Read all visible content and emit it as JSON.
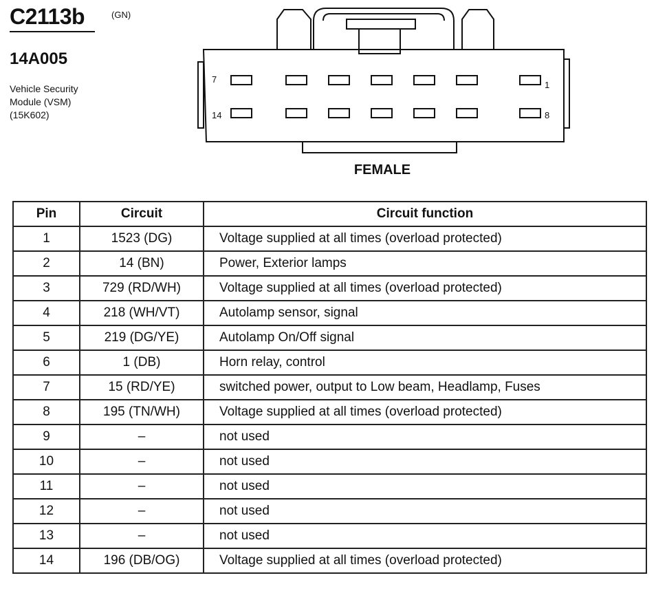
{
  "header": {
    "connector_id": "C2113b",
    "color_code": "(GN)",
    "part_number": "14A005",
    "module_lines": [
      "Vehicle Security",
      "Module (VSM)",
      "(15K602)"
    ]
  },
  "connector": {
    "gender": "FEMALE",
    "pin_labels": {
      "top_left": "7",
      "top_right": "1",
      "bottom_left": "14",
      "bottom_right": "8"
    }
  },
  "table": {
    "headers": [
      "Pin",
      "Circuit",
      "Circuit function"
    ],
    "rows": [
      {
        "pin": "1",
        "circuit": "1523 (DG)",
        "function": "Voltage supplied at all times (overload protected)"
      },
      {
        "pin": "2",
        "circuit": "14 (BN)",
        "function": "Power, Exterior lamps"
      },
      {
        "pin": "3",
        "circuit": "729 (RD/WH)",
        "function": "Voltage supplied at all times (overload protected)"
      },
      {
        "pin": "4",
        "circuit": "218 (WH/VT)",
        "function": "Autolamp sensor, signal"
      },
      {
        "pin": "5",
        "circuit": "219 (DG/YE)",
        "function": "Autolamp On/Off signal"
      },
      {
        "pin": "6",
        "circuit": "1 (DB)",
        "function": "Horn relay, control"
      },
      {
        "pin": "7",
        "circuit": "15 (RD/YE)",
        "function": "switched power, output to Low beam, Headlamp, Fuses"
      },
      {
        "pin": "8",
        "circuit": "195 (TN/WH)",
        "function": "Voltage supplied at all times (overload protected)"
      },
      {
        "pin": "9",
        "circuit": "–",
        "function": "not used"
      },
      {
        "pin": "10",
        "circuit": "–",
        "function": "not used"
      },
      {
        "pin": "11",
        "circuit": "–",
        "function": "not used"
      },
      {
        "pin": "12",
        "circuit": "–",
        "function": "not used"
      },
      {
        "pin": "13",
        "circuit": "–",
        "function": "not used"
      },
      {
        "pin": "14",
        "circuit": "196 (DB/OG)",
        "function": "Voltage supplied at all times (overload protected)"
      }
    ]
  }
}
